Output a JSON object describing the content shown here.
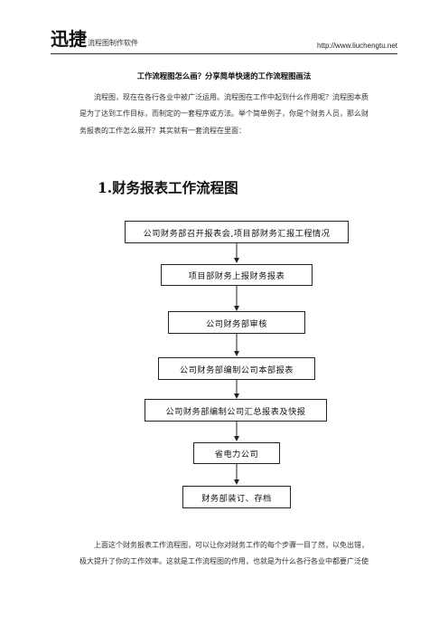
{
  "header": {
    "brand_main": "迅捷",
    "brand_sub": "流程图制作软件",
    "url": "http://www.liuchengtu.net"
  },
  "article": {
    "title": "工作流程图怎么画？分享简单快速的工作流程图画法",
    "intro": "流程图，现在在各行各业中被广泛运用。流程图在工作中起到什么作用呢？流程图本质是为了达到工作目标，而制定的一套程序或方法。举个简单例子，你是个财务人员，那么财务报表的工作怎么展开？其实就有一套流程在里面：",
    "section_heading": "1.财务报表工作流程图",
    "footer": "上面这个财务报表工作流程图，可以让你对财务工作的每个步骤一目了然，以免出错，极大提升了你的工作效率。这就是工作流程图的作用，也就是为什么各行各业中都要广泛使"
  },
  "flowchart": {
    "steps": [
      "公司财务部召开报表会,项目部财务汇报工程情况",
      "项目部财务上报财务报表",
      "公司财务部审核",
      "公司财务部编制公司本部报表",
      "公司财务部编制公司汇总报表及快报",
      "省电力公司",
      "财务部装订、存档"
    ]
  }
}
